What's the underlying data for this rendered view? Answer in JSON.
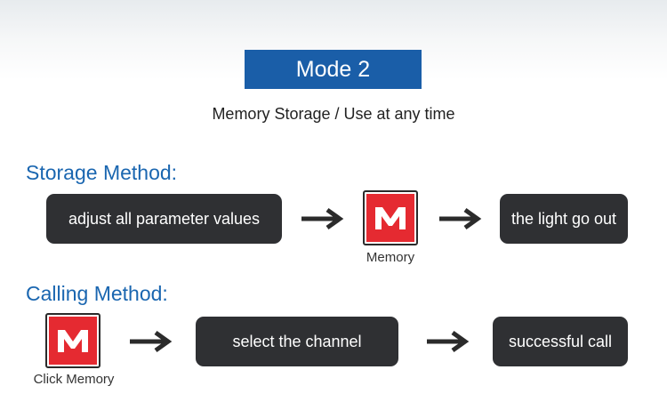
{
  "mode_banner": {
    "label": "Mode 2"
  },
  "subtitle": "Memory Storage / Use at any time",
  "storage": {
    "heading": "Storage Method:",
    "step1": "adjust all parameter values",
    "icon": {
      "name": "memory-m-icon",
      "glyph": "M",
      "caption": "Memory"
    },
    "step2": "the light go out"
  },
  "calling": {
    "heading": "Calling Method:",
    "icon": {
      "name": "memory-m-icon",
      "glyph": "M",
      "caption": "Click Memory"
    },
    "step1": "select the channel",
    "step2": "successful call"
  },
  "colors": {
    "banner_blue": "#1a5ea8",
    "heading_blue": "#1a66b0",
    "step_box": "#2f3033",
    "memory_red": "#e52a31"
  }
}
